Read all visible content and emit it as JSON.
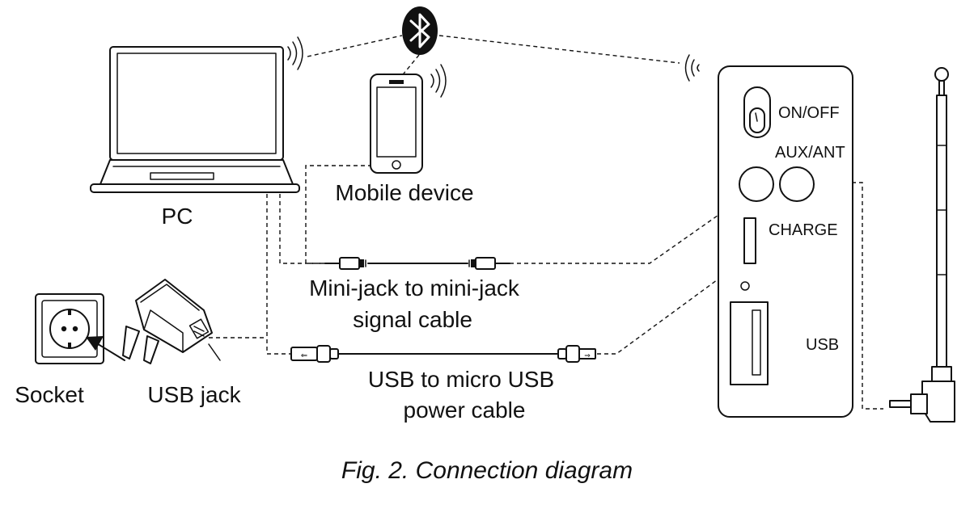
{
  "labels": {
    "pc": "PC",
    "mobile": "Mobile device",
    "minijack_line1": "Mini-jack to mini-jack",
    "minijack_line2": "signal cable",
    "usb_cable_line1": "USB to micro USB",
    "usb_cable_line2": "power cable",
    "socket": "Socket",
    "usb_jack": "USB jack",
    "on_off": "ON/OFF",
    "aux_ant": "AUX/ANT",
    "charge": "CHARGE",
    "usb_port": "USB",
    "caption": "Fig. 2. Connection diagram"
  },
  "icons": {
    "bluetooth": "bluetooth-icon",
    "wireless": "wireless-signal-icon",
    "arrow": "arrow-icon"
  },
  "colors": {
    "ink": "#111111",
    "background": "#ffffff"
  }
}
